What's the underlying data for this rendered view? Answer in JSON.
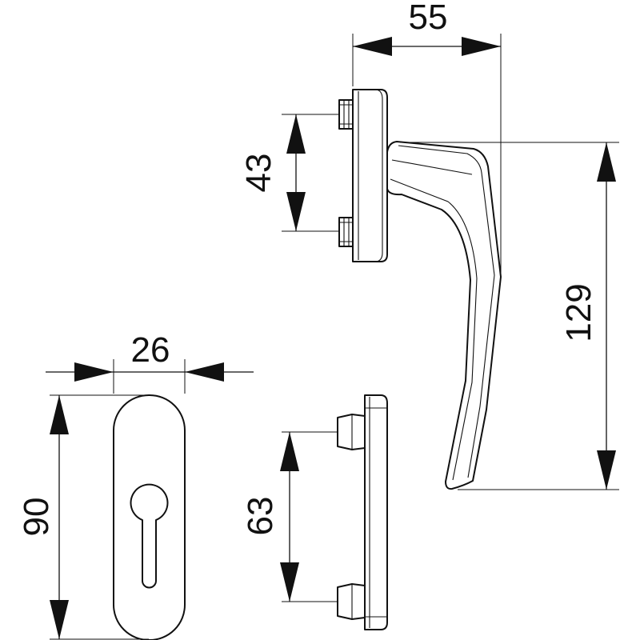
{
  "dimensions": {
    "handle_width": "55",
    "bolt_spacing_top": "43",
    "handle_length": "129",
    "plate_width": "26",
    "plate_height": "90",
    "bolt_spacing_bottom": "63"
  }
}
